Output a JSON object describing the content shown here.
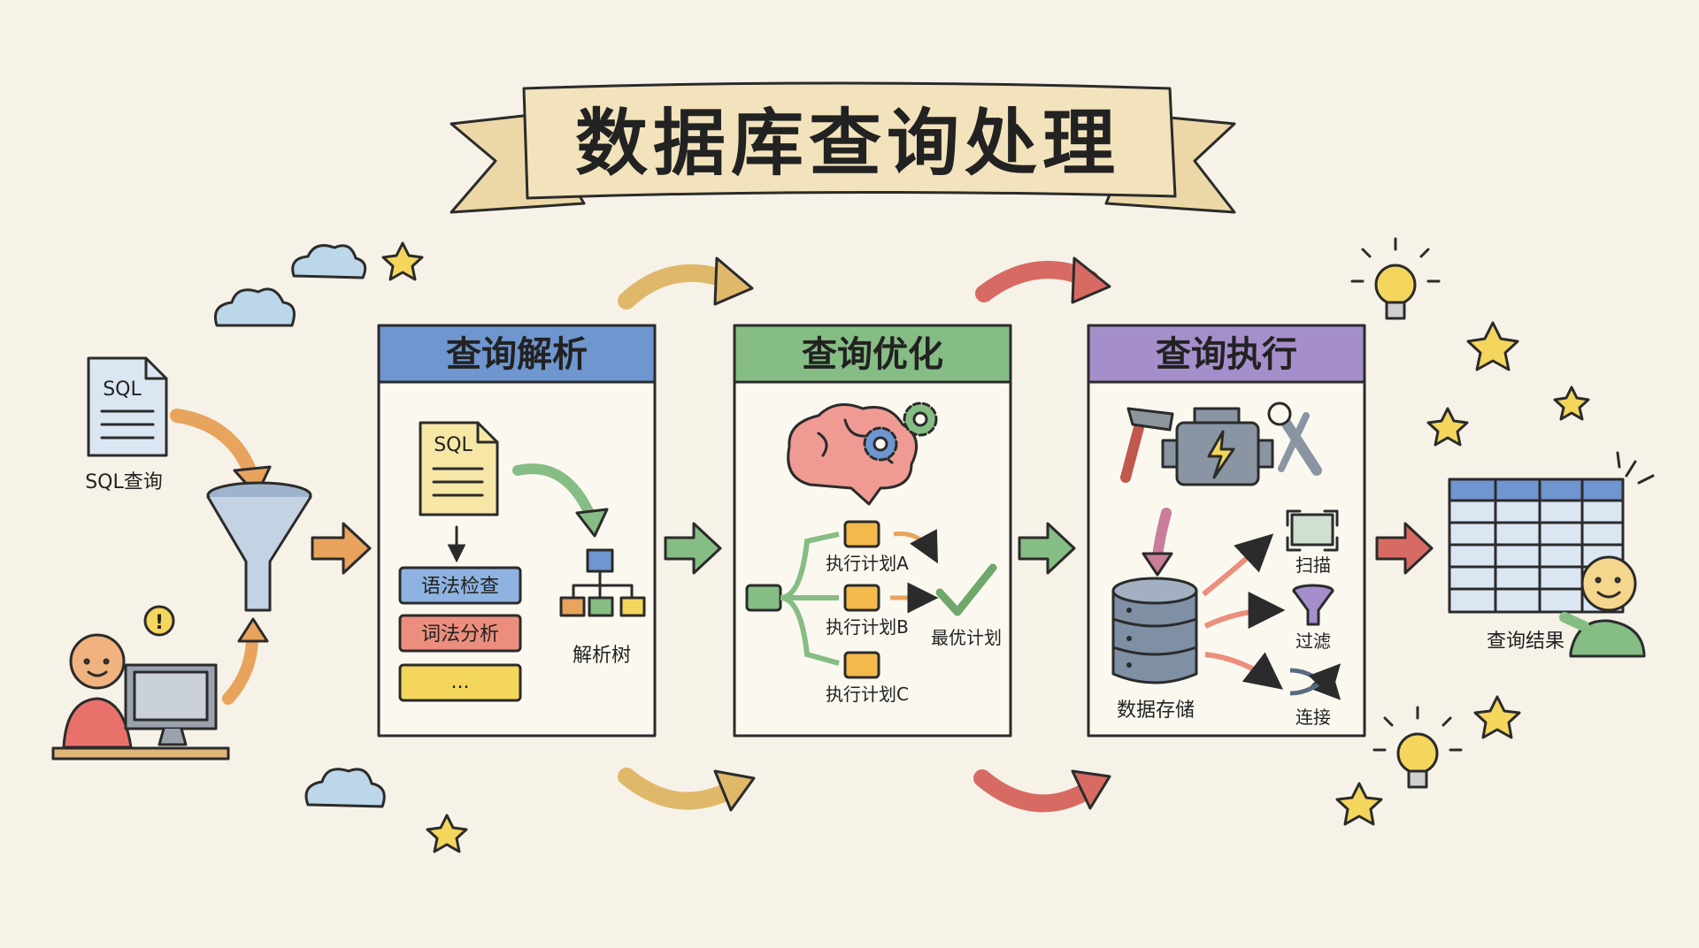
{
  "title": "数据库查询处理",
  "input": {
    "doc_label": "SQL",
    "caption": "SQL查询",
    "alert_mark": "!"
  },
  "stages": [
    {
      "heading": "查询解析",
      "color": "#6f96cf",
      "doc_label": "SQL",
      "steps": [
        "语法检查",
        "词法分析",
        "..."
      ],
      "tree_label": "解析树"
    },
    {
      "heading": "查询优化",
      "color": "#86bd84",
      "plans": [
        "执行计划A",
        "执行计划B",
        "执行计划C"
      ],
      "best_label": "最优计划"
    },
    {
      "heading": "查询执行",
      "color": "#a58fcb",
      "storage_label": "数据存储",
      "ops": [
        "扫描",
        "过滤",
        "连接"
      ]
    }
  ],
  "output": {
    "caption": "查询结果"
  },
  "colors": {
    "background": "#f6f2e8",
    "banner": "#f2e3bd",
    "blue": "#6f96cf",
    "green": "#86bd84",
    "purple": "#a58fcb",
    "orange": "#e8a35c",
    "red": "#d76b63",
    "yellow": "#f4d65c"
  },
  "icons": [
    "sql-file-icon",
    "funnel-icon",
    "person-icon",
    "computer-icon",
    "brain-icon",
    "gear-icon",
    "engine-icon",
    "hammer-icon",
    "wrench-icon",
    "database-icon",
    "scan-icon",
    "filter-icon",
    "join-icon",
    "table-icon",
    "lightbulb-icon",
    "star-icon",
    "cloud-icon"
  ]
}
